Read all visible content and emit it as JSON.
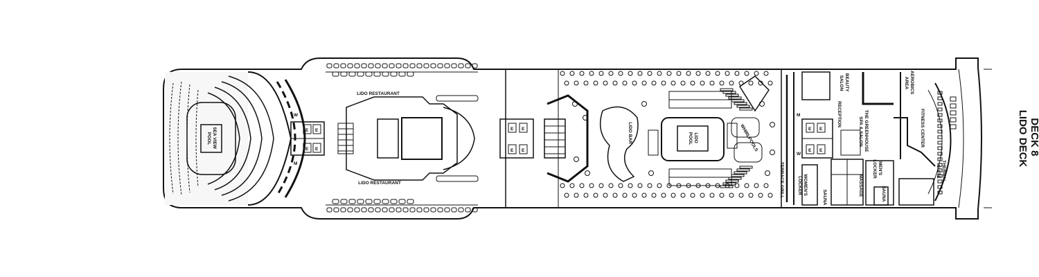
{
  "deck": {
    "number": "DECK 8",
    "name": "LIDO DECK"
  },
  "labels": {
    "sea_view_pool_line1": "SEA VIEW",
    "sea_view_pool_line2": "POOL",
    "lido_restaurant_top": "LIDO RESTAURANT",
    "lido_restaurant_bottom": "LIDO RESTAURANT",
    "lido_bar": "LIDO BAR",
    "lido_pool_line1": "LIDO",
    "lido_pool_line2": "POOL",
    "whirlpools": "WHIRLPOOLS",
    "terrace_grill": "TERRACE GRILL",
    "womens_locker_line1": "WOMEN'S",
    "womens_locker_line2": "LOCKER",
    "sauna_left": "SAUNA",
    "reception": "RECEPTION",
    "beauty_salon_line1": "BEAUTY",
    "beauty_salon_line2": "SALON",
    "greenhouse_line1": "THE GREENHOUSE",
    "greenhouse_line2": "SPA & SALON",
    "massage": "MASSAGE",
    "mens_locker_line1": "MEN'S",
    "mens_locker_line2": "LOCKER",
    "sauna_right": "SAUNA",
    "aerobics_line1": "AEROBICS",
    "aerobics_line2": "AREA",
    "fitness_center": "FITNESS CENTER",
    "thermal_suite_line1": "THERMAL",
    "thermal_suite_line2": "SUITE"
  },
  "markers": {
    "women": "W",
    "men": "M",
    "elevator": "E"
  },
  "colors": {
    "ink": "#111111",
    "background": "#ffffff",
    "deck_fill": "#f7f7f7"
  }
}
